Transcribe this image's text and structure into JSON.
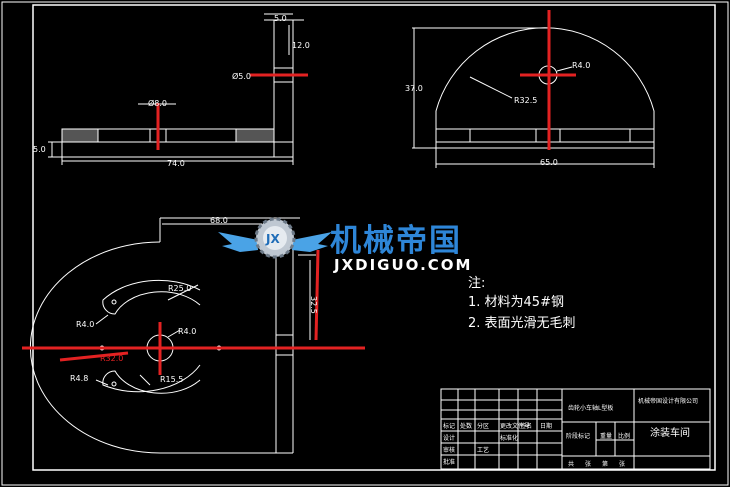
{
  "dimensions": {
    "side_top_width": "5.0",
    "side_height_12": "12.0",
    "side_hole_dia": "Ø5.0",
    "bottom_hole_dia": "Ø8.0",
    "thickness": "5.0",
    "length": "74.0",
    "front_height": "37.0",
    "front_width": "65.0",
    "front_hole_radius": "R4.0",
    "front_arc_radius": "R32.5",
    "plan_width": "68.0",
    "plan_outer_radius": "R25.0",
    "plan_slot_radius_top": "R4.0",
    "plan_center_radius": "R4.0",
    "plan_big_radius": "R32.0",
    "plan_slot_radius_bottom": "R4.8",
    "plan_inner_radius": "R15.5",
    "plan_offset": "32.5"
  },
  "logo": {
    "title": "机械帝国",
    "subtitle": "JXDIGUO.COM",
    "badge": "JX"
  },
  "notes": {
    "heading": "注:",
    "items": [
      "1. 材料为45#钢",
      "2. 表面光滑无毛刺"
    ]
  },
  "title_block": {
    "part_name": "齿轮小车轴L型板",
    "company": "机械帝国设计有限公司",
    "workshop": "涂装车间",
    "cells": [
      "标记",
      "处数",
      "分区",
      "更改文件号",
      "签名",
      "日期",
      "设计",
      "标准化",
      "阶段标记",
      "重量",
      "比例",
      "审核",
      "工艺",
      "批准",
      "共",
      "张",
      "第",
      "张"
    ]
  }
}
